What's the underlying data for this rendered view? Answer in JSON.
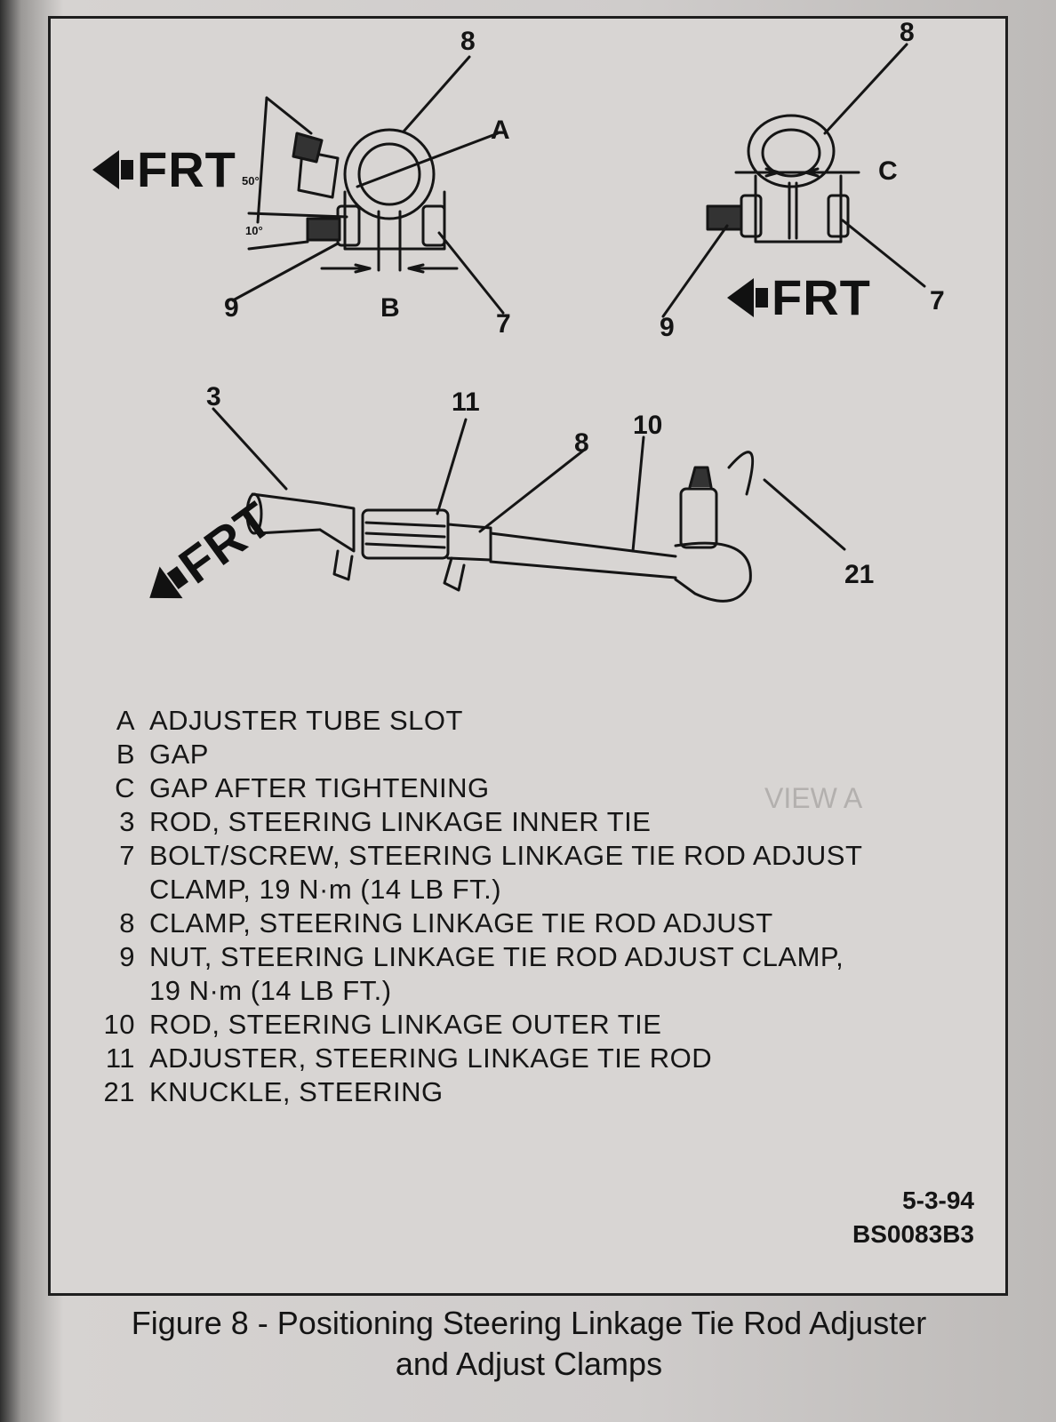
{
  "callouts": {
    "top_left_8": "8",
    "top_left_A": "A",
    "top_left_9": "9",
    "top_left_B": "B",
    "top_left_7": "7",
    "angle_upper": "50°",
    "angle_lower": "10°",
    "top_right_8": "8",
    "top_right_C": "C",
    "top_right_9": "9",
    "top_right_7": "7",
    "bottom_3": "3",
    "bottom_11": "11",
    "bottom_8": "8",
    "bottom_10": "10",
    "bottom_21": "21"
  },
  "frt_label": "FRT",
  "legend": [
    {
      "key": "A",
      "text": "ADJUSTER TUBE SLOT"
    },
    {
      "key": "B",
      "text": "GAP"
    },
    {
      "key": "C",
      "text": "GAP AFTER TIGHTENING"
    },
    {
      "key": "3",
      "text": "ROD, STEERING LINKAGE INNER TIE"
    },
    {
      "key": "7",
      "text": "BOLT/SCREW, STEERING LINKAGE TIE ROD ADJUST"
    },
    {
      "key": "",
      "text": "CLAMP, 19 N·m (14 LB  FT.)"
    },
    {
      "key": "8",
      "text": "CLAMP, STEERING LINKAGE TIE ROD ADJUST"
    },
    {
      "key": "9",
      "text": "NUT, STEERING LINKAGE TIE ROD ADJUST CLAMP,"
    },
    {
      "key": "",
      "text": "19 N·m (14 LB  FT.)"
    },
    {
      "key": "10",
      "text": "ROD, STEERING LINKAGE OUTER TIE"
    },
    {
      "key": "11",
      "text": "ADJUSTER, STEERING LINKAGE TIE ROD"
    },
    {
      "key": "21",
      "text": "KNUCKLE, STEERING"
    }
  ],
  "date_code": "5-3-94",
  "figure_code": "BS0083B3",
  "caption": {
    "line1": "Figure 8 - Positioning Steering Linkage Tie Rod Adjuster",
    "line2": "and Adjust Clamps"
  }
}
